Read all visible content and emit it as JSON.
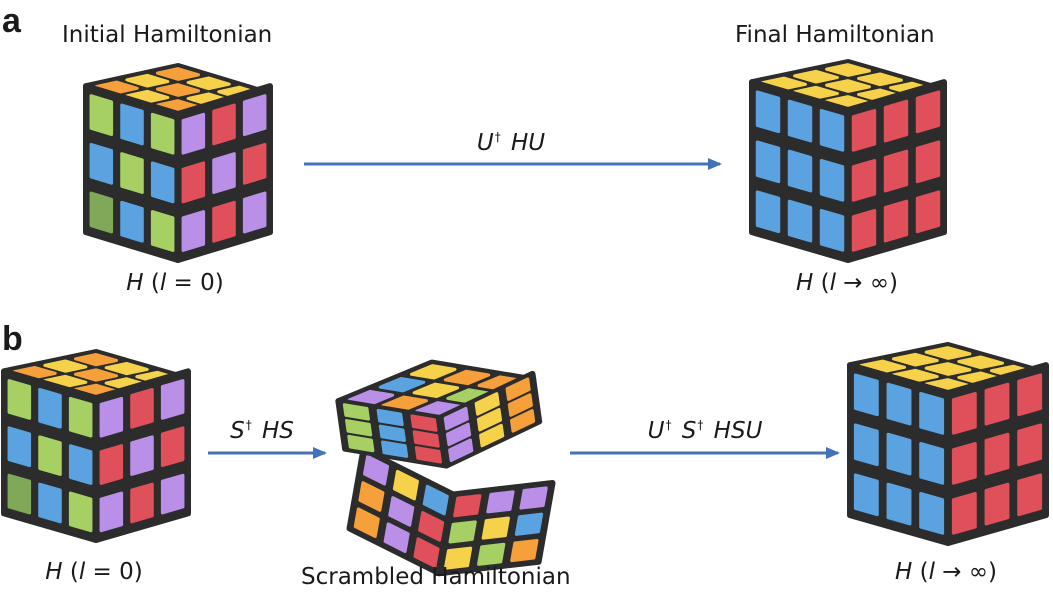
{
  "panels": {
    "a": "a",
    "b": "b"
  },
  "panel_a": {
    "left_title": "Initial Hamiltonian",
    "right_title": "Final Hamiltonian",
    "left_math": {
      "H": "H",
      "open": " (",
      "l": "l",
      "rest": " = 0)"
    },
    "right_math": {
      "H": "H",
      "open": " (",
      "l": "l",
      "rest": " → ∞)"
    },
    "arrow_label": {
      "U": "U",
      "dag": "†",
      "HU": "HU"
    }
  },
  "panel_b": {
    "left_math": {
      "H": "H",
      "open": " (",
      "l": "l",
      "rest": " = 0)"
    },
    "middle_title": "Scrambled Hamiltonian",
    "right_math": {
      "H": "H",
      "open": " (",
      "l": "l",
      "rest": " → ∞)"
    },
    "arrow1_label": {
      "S": "S",
      "dag": "†",
      "HS": "HS"
    },
    "arrow2_label": {
      "U": "U",
      "dag1": "†",
      "S": "S",
      "dag2": "†",
      "HSU": "HSU"
    }
  },
  "colors": {
    "arrow": "#4472b8",
    "cube_body": "#2c2c2c",
    "green": "#a6cf64",
    "blue": "#5aa3e0",
    "purple": "#b98fe8",
    "red": "#e0505a",
    "orange": "#f5a03a",
    "yellow": "#f5d24a",
    "dark_green": "#7fa858"
  },
  "cubes": {
    "initial": {
      "top": [
        "orange",
        "yellow",
        "orange",
        "yellow",
        "orange",
        "yellow",
        "orange",
        "yellow",
        "yellow"
      ],
      "left": [
        "green",
        "blue",
        "green",
        "blue",
        "green",
        "blue",
        "dark_green",
        "blue",
        "green"
      ],
      "right": [
        "purple",
        "red",
        "purple",
        "red",
        "purple",
        "red",
        "purple",
        "red",
        "purple"
      ]
    },
    "final": {
      "top": [
        "yellow",
        "yellow",
        "yellow",
        "yellow",
        "yellow",
        "yellow",
        "yellow",
        "yellow",
        "yellow"
      ],
      "left": [
        "blue",
        "blue",
        "blue",
        "blue",
        "blue",
        "blue",
        "blue",
        "blue",
        "blue"
      ],
      "right": [
        "red",
        "red",
        "red",
        "red",
        "red",
        "red",
        "red",
        "red",
        "red"
      ]
    }
  }
}
